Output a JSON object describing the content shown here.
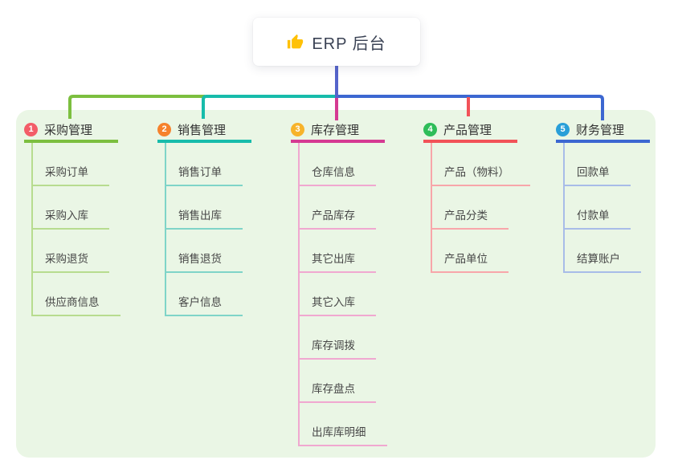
{
  "root": {
    "icon": "thumbs-up-icon",
    "label": "ERP 后台",
    "stem_color": "#5564cb",
    "icon_color": "#ffc107"
  },
  "panel_color": "#eaf6e5",
  "branches": [
    {
      "num": "1",
      "label": "采购管理",
      "badge_color": "#f35d68",
      "line_color": "#7cbf3f",
      "child_line_color": "#b7dc8f",
      "children": [
        "采购订单",
        "采购入库",
        "采购退货",
        "供应商信息"
      ]
    },
    {
      "num": "2",
      "label": "销售管理",
      "badge_color": "#f6822c",
      "line_color": "#17bcab",
      "child_line_color": "#7fd4c8",
      "children": [
        "销售订单",
        "销售出库",
        "销售退货",
        "客户信息"
      ]
    },
    {
      "num": "3",
      "label": "库存管理",
      "badge_color": "#f7b32a",
      "line_color": "#d53a92",
      "child_line_color": "#f0a8d0",
      "children": [
        "仓库信息",
        "产品库存",
        "其它出库",
        "其它入库",
        "库存调拨",
        "库存盘点",
        "出库库明细"
      ]
    },
    {
      "num": "4",
      "label": "产品管理",
      "badge_color": "#2ebd59",
      "line_color": "#f25258",
      "child_line_color": "#f8a6aa",
      "children": [
        "产品（物料）",
        "产品分类",
        "产品单位"
      ]
    },
    {
      "num": "5",
      "label": "财务管理",
      "badge_color": "#299fd8",
      "line_color": "#3c67d1",
      "child_line_color": "#a8bce8",
      "children": [
        "回款单",
        "付款单",
        "结算账户"
      ]
    }
  ]
}
